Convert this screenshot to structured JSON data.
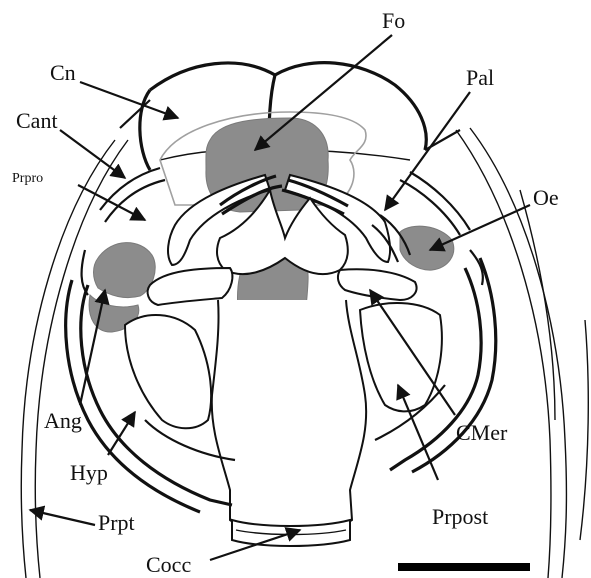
{
  "diagram": {
    "labels": {
      "fo": "Fo",
      "cn": "Cn",
      "pal": "Pal",
      "cant": "Cant",
      "prpro": "Prpro",
      "oe": "Oe",
      "ang": "Ang",
      "cmer": "CMer",
      "hyp": "Hyp",
      "prpost": "Prpost",
      "prpt": "Prpt",
      "cocc": "Cocc"
    },
    "colors": {
      "outline": "#111111",
      "shaded_region": "#8c8c8c",
      "background": "#ffffff",
      "faint_outline": "#a0a0a0"
    },
    "scale_bar": {
      "visible": true
    }
  }
}
